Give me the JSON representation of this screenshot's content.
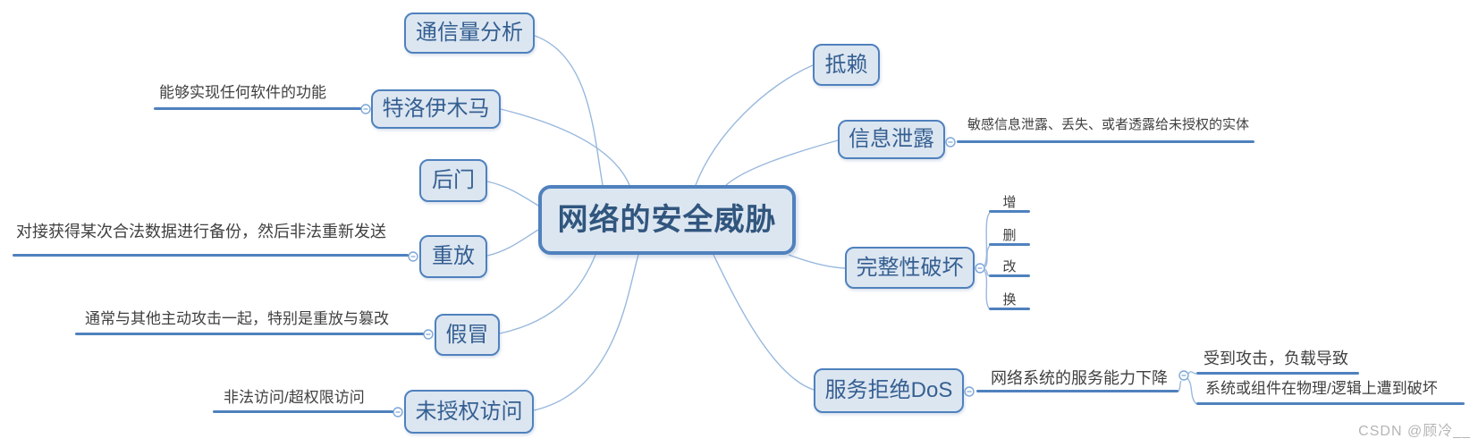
{
  "root": {
    "label": "网络的安全威胁"
  },
  "branches": {
    "left": [
      {
        "label": "通信量分析"
      },
      {
        "label": "特洛伊木马",
        "note": "能够实现任何软件的功能"
      },
      {
        "label": "后门"
      },
      {
        "label": "重放",
        "note": "对接获得某次合法数据进行备份，然后非法重新发送"
      },
      {
        "label": "假冒",
        "note": "通常与其他主动攻击一起，特别是重放与篡改"
      },
      {
        "label": "未授权访问",
        "note": "非法访问/超权限访问"
      }
    ],
    "right": [
      {
        "label": "抵赖"
      },
      {
        "label": "信息泄露",
        "note": "敏感信息泄露、丢失、或者透露给未授权的实体"
      },
      {
        "label": "完整性破坏",
        "children": [
          {
            "label": "增"
          },
          {
            "label": "删"
          },
          {
            "label": "改"
          },
          {
            "label": "换"
          }
        ]
      },
      {
        "label": "服务拒绝DoS",
        "note": "网络系统的服务能力下降",
        "children": [
          {
            "label": "受到攻击，负载导致"
          },
          {
            "label": "系统或组件在物理/逻辑上遭到破坏"
          }
        ]
      }
    ]
  },
  "watermark": "CSDN @顾冷__",
  "colors": {
    "node_border": "#4f81bd",
    "node_fill": "#dce6f1",
    "node_text": "#355f91",
    "edge": "#99b9dd",
    "underline": "#4f81bd",
    "note_text": "#404040",
    "watermark_text": "#b5b5b5"
  }
}
